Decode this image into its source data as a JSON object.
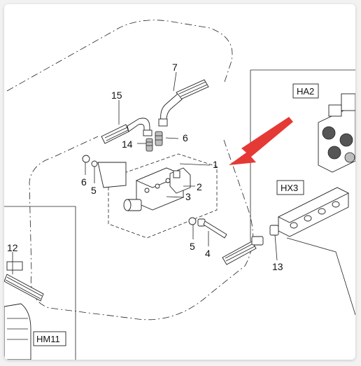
{
  "callouts": {
    "c1": "1",
    "c2": "2",
    "c3": "3",
    "c4": "4",
    "c5a": "5",
    "c5b": "5",
    "c6a": "6",
    "c6b": "6",
    "c7": "7",
    "c12": "12",
    "c13": "13",
    "c14": "14",
    "c15": "15"
  },
  "boxes": {
    "ha2": "HA2",
    "hx3": "HX3",
    "hm11": "HM11"
  },
  "arrow_color": "#e53935"
}
